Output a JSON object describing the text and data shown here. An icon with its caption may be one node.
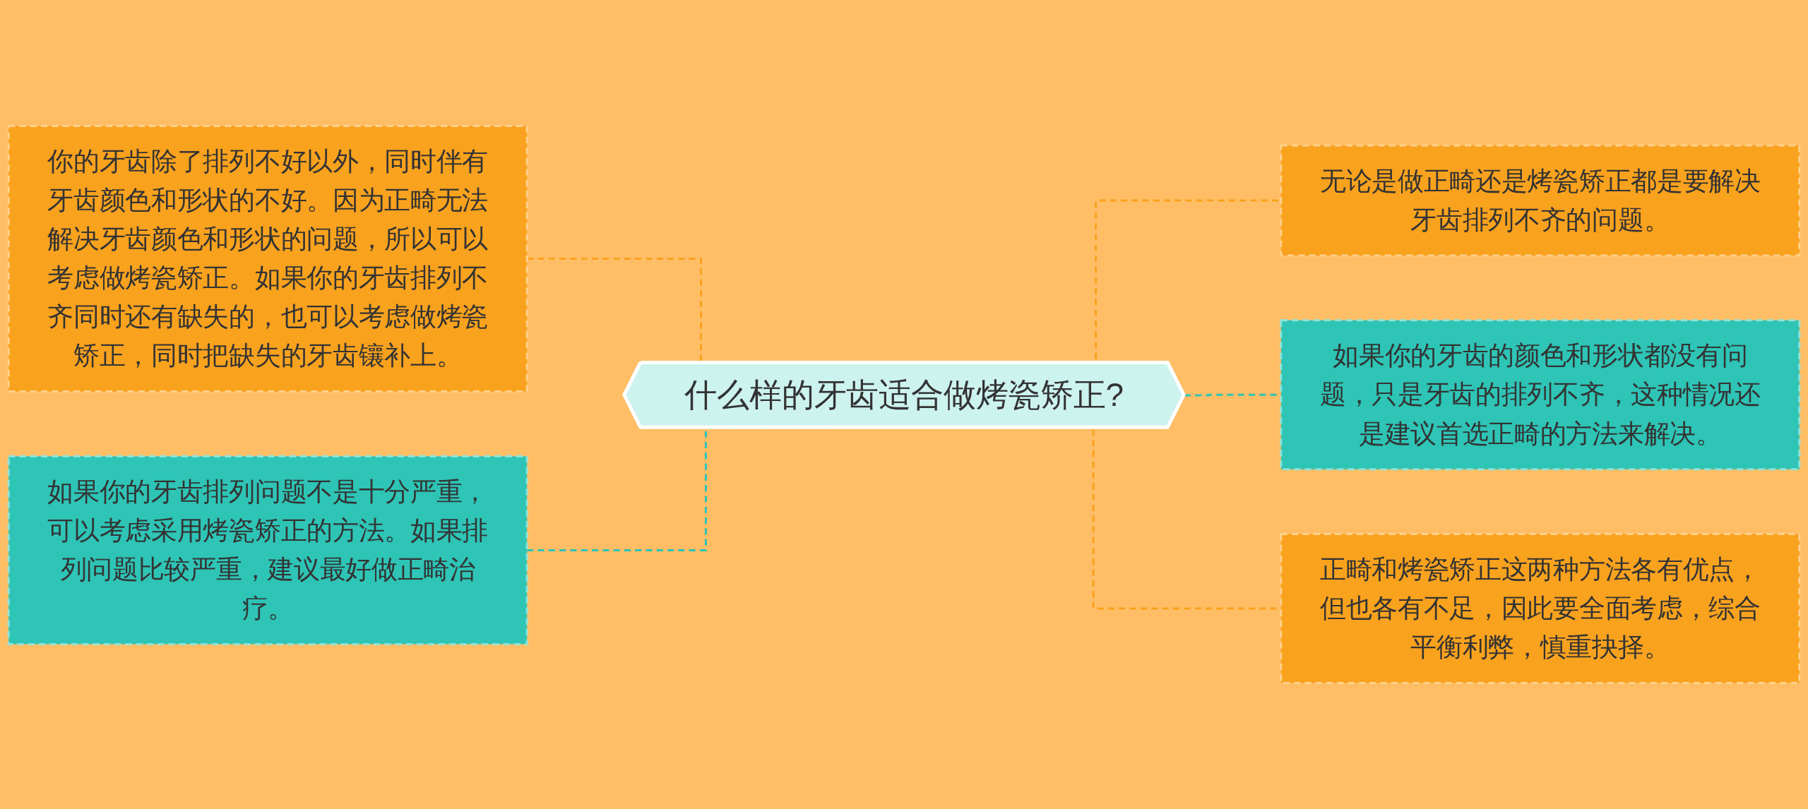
{
  "diagram": {
    "nodes": [
      {
        "text": [
          "什么样的牙齿适合做烤瓷矫正?"
        ]
      },
      {
        "text": [
          "你的牙齿除了排列不好以外，同时伴有牙齿颜色和形状的不好。因为正畸无法解决牙齿颜色和形状的问题，所以可以考虑做烤瓷矫正。如果你的牙齿排列不齐同时还有缺失的，也可以考虑做烤瓷矫正，同时把缺失的牙齿镶补上。"
        ]
      },
      {
        "text": [
          "如果你的牙齿排列问题不是十分严重，可以考虑采用烤瓷矫正的方法。如果排列问题比较严重，建议最好做正畸治疗。"
        ]
      },
      {
        "text": [
          "无论是做正畸还是烤瓷矫正都是要解决牙齿排列不齐的问题。"
        ]
      },
      {
        "text": [
          "如果你的牙齿的颜色和形状都没有问题，只是牙齿的排列不齐，这种情况还是建议首选正畸的方法来解决。"
        ]
      },
      {
        "text": [
          "正畸和烤瓷矫正这两种方法各有优点，但也各有不足，因此要全面考虑，综合平衡利弊，慎重抉择。"
        ]
      }
    ],
    "edges": [
      {
        "from": 1,
        "to": 0,
        "arrow": "none",
        "style": "dashed"
      },
      {
        "from": 2,
        "to": 0,
        "arrow": "none",
        "style": "dashed",
        "color": "#2ec4b6"
      },
      {
        "from": 0,
        "to": 3,
        "arrow": "none",
        "style": "dashed"
      },
      {
        "from": 0,
        "to": 4,
        "arrow": "none",
        "style": "dashed",
        "color": "#2ec4b6"
      },
      {
        "from": 0,
        "to": 5,
        "arrow": "none",
        "style": "dashed"
      }
    ]
  }
}
